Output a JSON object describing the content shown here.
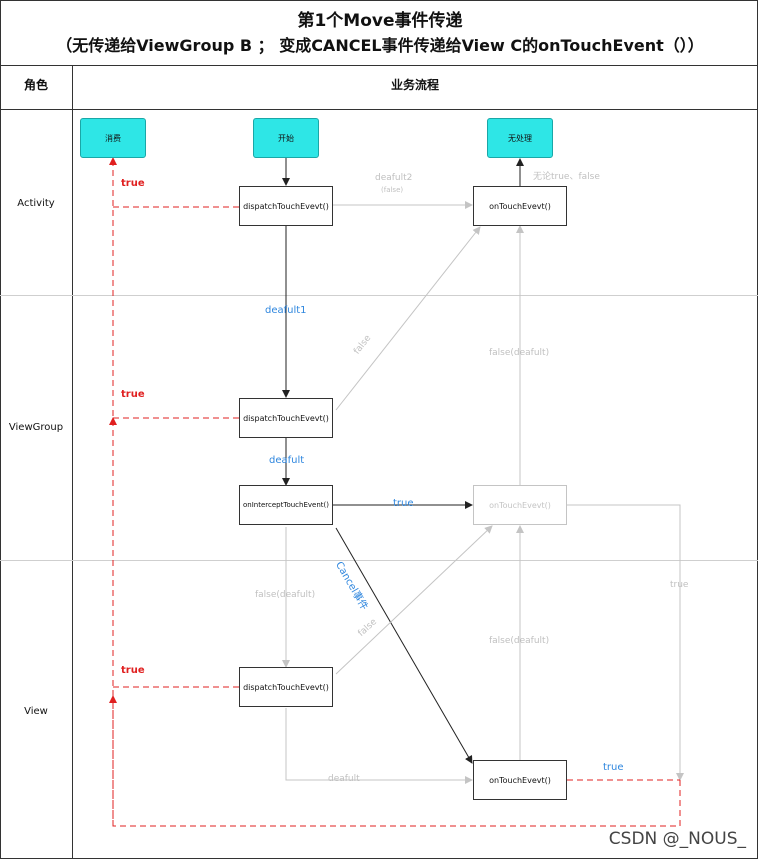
{
  "title": {
    "line1": "第1个Move事件传递",
    "line2": "（无传递给ViewGroup B ； 变成CANCEL事件传递给View C的onTouchEvent（））"
  },
  "header": {
    "role": "角色",
    "flow": "业务流程"
  },
  "roles": [
    "Activity",
    "ViewGroup",
    "View"
  ],
  "terminals": {
    "consume": "消费",
    "start": "开始",
    "unhandled": "无处理"
  },
  "nodes": {
    "activity_dispatch": "dispatchTouchEvevt()",
    "activity_ontouch": "onTouchEvevt()",
    "vg_dispatch": "dispatchTouchEvevt()",
    "vg_intercept": "onInterceptTouchEvent()",
    "vg_ontouch": "onTouchEvevt()",
    "view_dispatch": "dispatchTouchEvevt()",
    "view_ontouch": "onTouchEvevt()"
  },
  "labels": {
    "true_activity": "true",
    "true_viewgroup": "true",
    "true_view": "true",
    "deafult2": "deafult2",
    "false_small": "(false)",
    "any_result": "无论true、false",
    "deafult1": "deafult1",
    "false_vg": "false",
    "false_deafult_upper": "false(deafult)",
    "deafult_vg": "deafult",
    "true_intercept": "true",
    "cancel_event": "Cancel事件",
    "false_deafult_left": "false(deafult)",
    "false_view": "false",
    "false_deafult_lower": "false(deafult)",
    "true_right": "true",
    "deafult_bottom": "deafult",
    "true_bottom": "true"
  },
  "watermark": "CSDN @_NOUS_",
  "colors": {
    "consume_fill": "#2ee6e6",
    "red_path": "#e02020",
    "blue_text": "#2e86de",
    "faint": "#c4c4c4"
  }
}
